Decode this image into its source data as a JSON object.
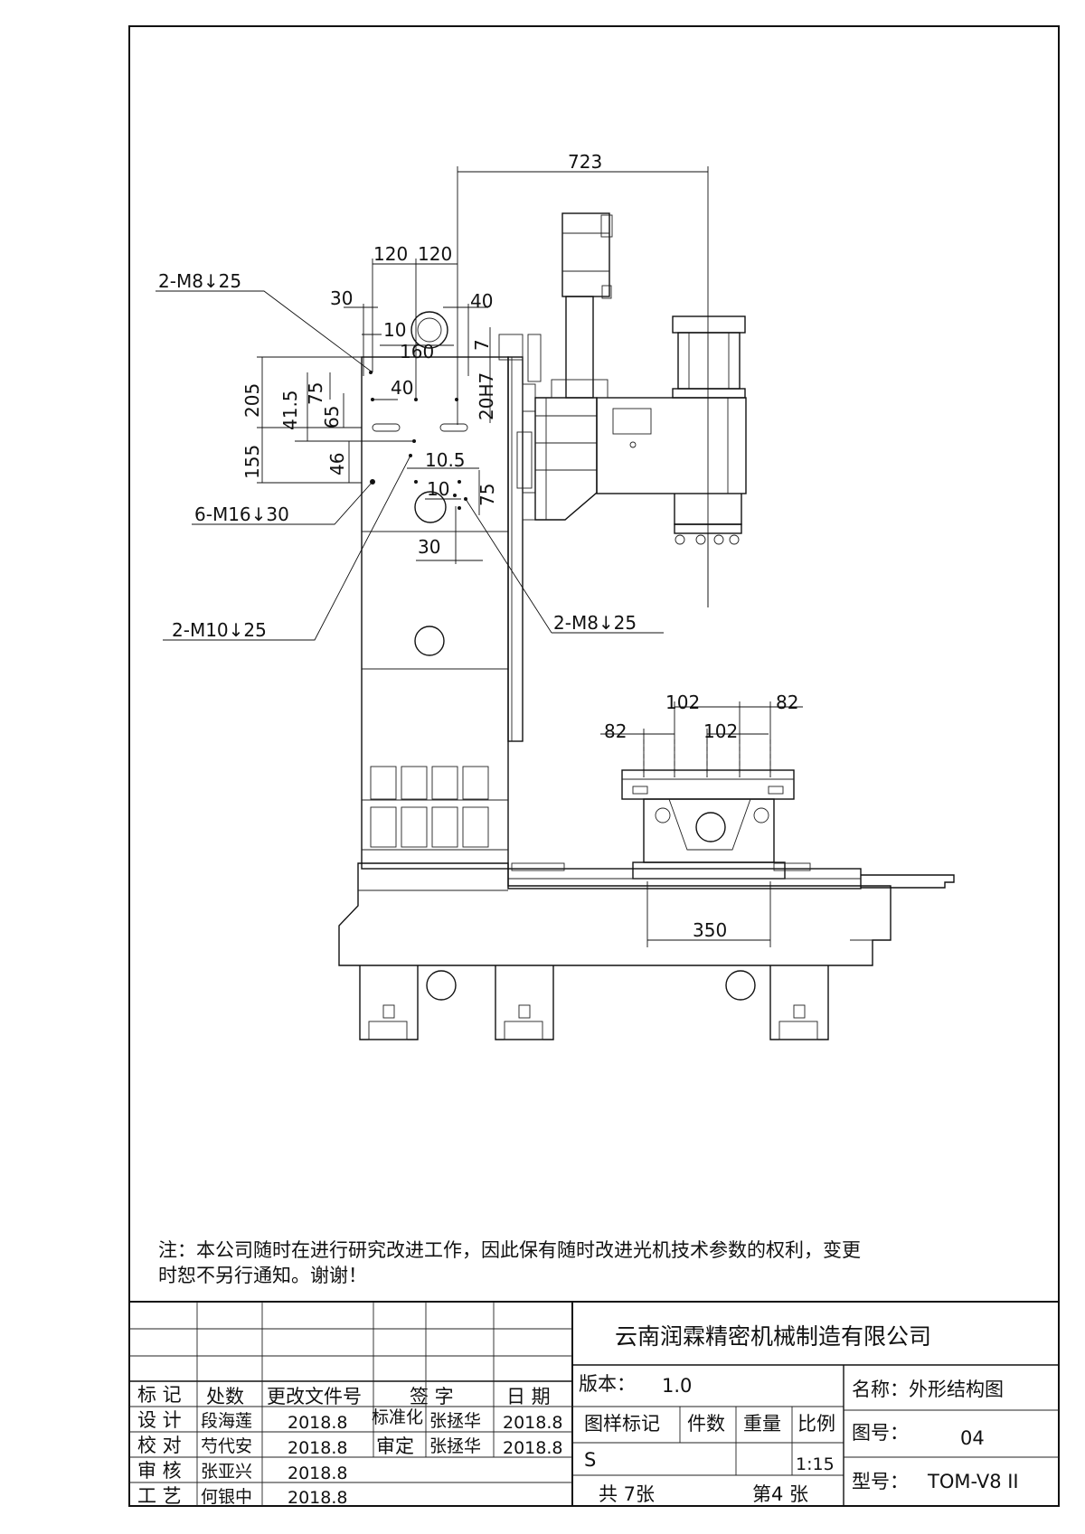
{
  "dimensions": {
    "width_723": "723",
    "d120a": "120",
    "d120b": "120",
    "d30a": "30",
    "d40a": "40",
    "d10a": "10",
    "d160": "160",
    "d7": "7",
    "d20h7": "20H7",
    "d205": "205",
    "d41_5": "41.5",
    "d75a": "75",
    "d40b": "40",
    "d65": "65",
    "d155": "155",
    "d46": "46",
    "d10_5": "10.5",
    "d10b": "10",
    "d75b": "75",
    "d30b": "30",
    "d102a": "102",
    "d82a": "82",
    "d82b": "82",
    "d102b": "102",
    "d350": "350"
  },
  "callouts": {
    "c1": "2-M8↓25",
    "c2": "6-M16↓30",
    "c3": "2-M10↓25",
    "c4": "2-M8↓25"
  },
  "note": {
    "line1": "注：本公司随时在进行研究改进工作，因此保有随时改进光机技术参数的权利，变更",
    "line2": "时恕不另行通知。谢谢！"
  },
  "title_block": {
    "company": "云南润霖精密机械制造有限公司",
    "headers": {
      "mark": "标 记",
      "count": "处数",
      "change_doc": "更改文件号",
      "sign": "签 字",
      "date": "日 期"
    },
    "rows": [
      {
        "role": "设 计",
        "name": "段海莲",
        "date": "2018.8"
      },
      {
        "role": "校 对",
        "name": "芍代安",
        "date": "2018.8"
      },
      {
        "role": "审 核",
        "name": "张亚兴",
        "date": "2018.8"
      },
      {
        "role": "工 艺",
        "name": "何银中",
        "date": "2018.8"
      }
    ],
    "standardization": "标准化",
    "std_name": "张拯华",
    "std_date": "2018.8",
    "approval": "审定",
    "appr_name": "张拯华",
    "appr_date": "2018.8",
    "version_label": "版本：",
    "version": "1.0",
    "pattern_mark": "图样标记",
    "quantity": "件数",
    "weight": "重量",
    "ratio": "比例",
    "pattern_value": "S",
    "ratio_value": "1:15",
    "total_sheets": "共 7张",
    "sheet_no": "第4 张",
    "name_label": "名称：外形结构图",
    "drawing_no_label": "图号：",
    "drawing_no": "04",
    "model_label": "型号：",
    "model": "TOM-V8 II"
  }
}
